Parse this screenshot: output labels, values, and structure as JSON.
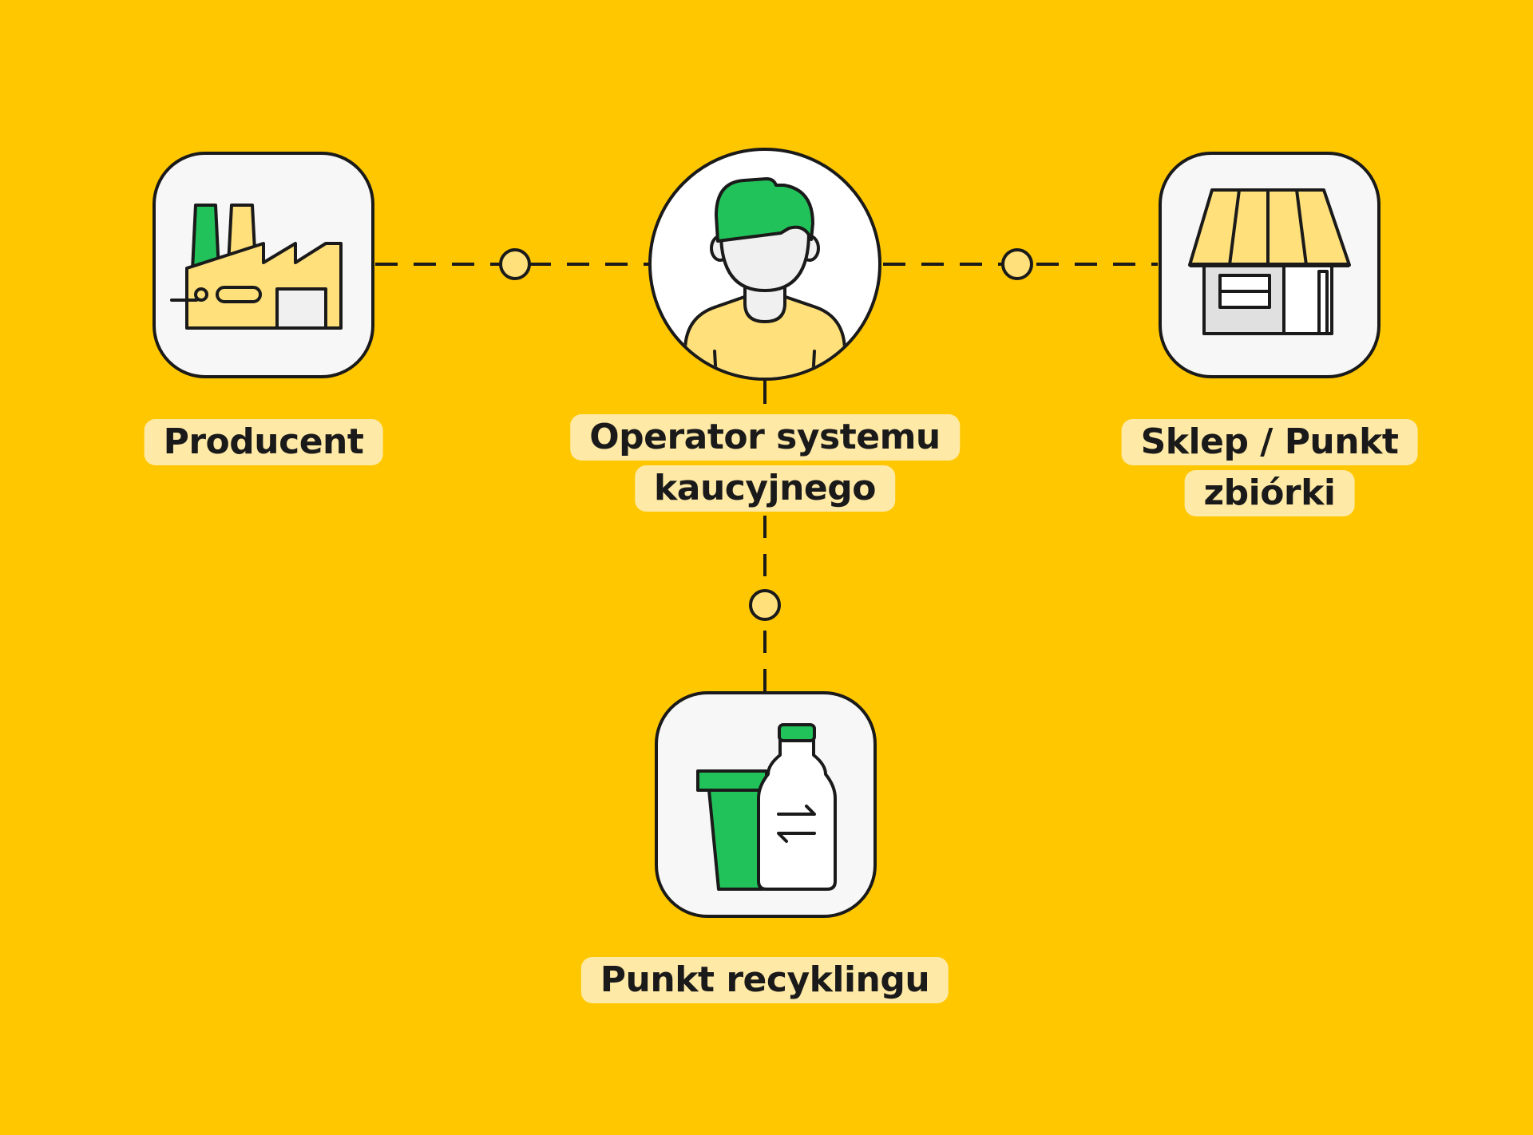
{
  "colors": {
    "background": "#FFC700",
    "card": "#F7F7F7",
    "label_bg": "#FFE9A6",
    "outline": "#1A1A1A",
    "green": "#22C25A",
    "light_yellow": "#FFE07A",
    "light_gray": "#E6E6E6"
  },
  "nodes": {
    "producer": {
      "label_lines": [
        "Producent"
      ],
      "icon": "factory-icon"
    },
    "operator": {
      "label_lines": [
        "Operator systemu",
        "kaucyjnego"
      ],
      "icon": "person-icon"
    },
    "store": {
      "label_lines": [
        "Sklep / Punkt",
        "zbiórki"
      ],
      "icon": "storefront-icon"
    },
    "recycling": {
      "label_lines": [
        "Punkt recyklingu"
      ],
      "icon": "recycling-bottle-bin-icon"
    }
  },
  "connections": [
    {
      "from": "producer",
      "to": "operator",
      "style": "dashed"
    },
    {
      "from": "operator",
      "to": "store",
      "style": "dashed"
    },
    {
      "from": "operator",
      "to": "recycling",
      "style": "dashed"
    }
  ]
}
